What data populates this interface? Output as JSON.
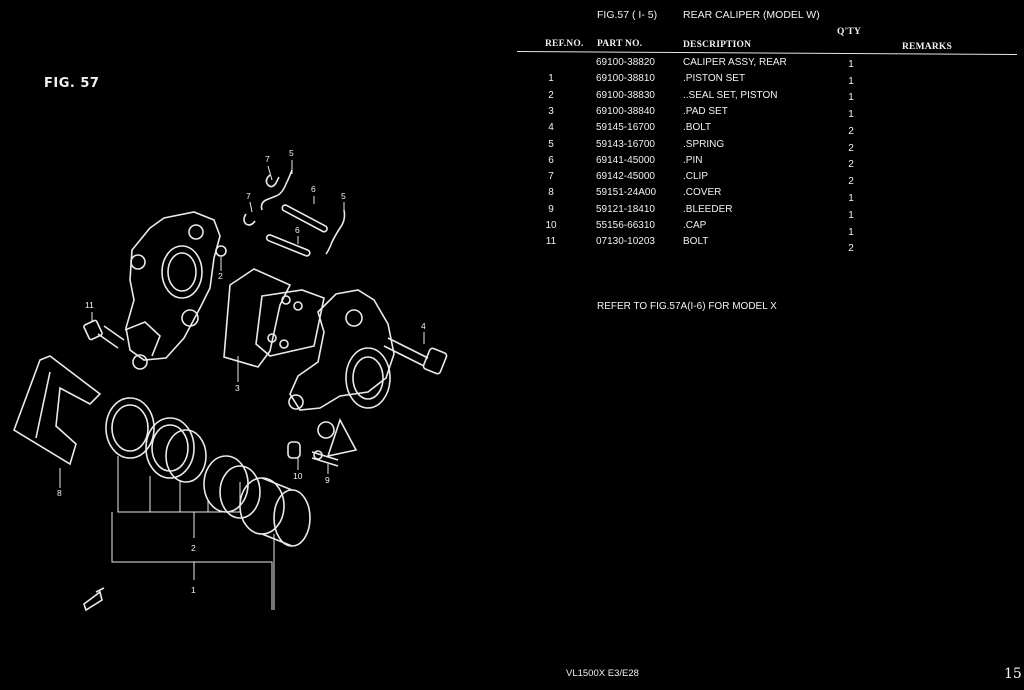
{
  "figure": {
    "label": "FIG. 57",
    "header_code": "FIG.57 ( I- 5)",
    "header_title": "REAR CALIPER (MODEL W)"
  },
  "diagram": {
    "callouts": [
      "7",
      "5",
      "6",
      "5",
      "7",
      "6",
      "2",
      "11",
      "3",
      "4",
      "8",
      "10",
      "9",
      "2",
      "1"
    ]
  },
  "table": {
    "headers": {
      "ref_no": "REF.NO.",
      "part_no": "PART NO.",
      "description": "DESCRIPTION",
      "qty": "Q'TY",
      "remarks": "REMARKS"
    },
    "rows": [
      {
        "ref": "",
        "part": "69100-38820",
        "desc": "CALIPER ASSY, REAR",
        "qty": "1"
      },
      {
        "ref": "1",
        "part": "69100-38810",
        "desc": ".PISTON SET",
        "qty": "1"
      },
      {
        "ref": "2",
        "part": "69100-38830",
        "desc": "..SEAL SET, PISTON",
        "qty": "1"
      },
      {
        "ref": "3",
        "part": "69100-38840",
        "desc": ".PAD SET",
        "qty": "1"
      },
      {
        "ref": "4",
        "part": "59145-16700",
        "desc": ".BOLT",
        "qty": "2"
      },
      {
        "ref": "5",
        "part": "59143-16700",
        "desc": ".SPRING",
        "qty": "2"
      },
      {
        "ref": "6",
        "part": "69141-45000",
        "desc": ".PIN",
        "qty": "2"
      },
      {
        "ref": "7",
        "part": "69142-45000",
        "desc": ".CLIP",
        "qty": "2"
      },
      {
        "ref": "8",
        "part": "59151-24A00",
        "desc": ".COVER",
        "qty": "1"
      },
      {
        "ref": "9",
        "part": "59121-18410",
        "desc": ".BLEEDER",
        "qty": "1"
      },
      {
        "ref": "10",
        "part": "55156-66310",
        "desc": ".CAP",
        "qty": "1"
      },
      {
        "ref": "11",
        "part": "07130-10203",
        "desc": "BOLT",
        "qty": "2"
      }
    ]
  },
  "note": "REFER TO FIG.57A(I-6) FOR MODEL X",
  "footer": {
    "model": "VL1500X  E3/E28",
    "page": "15"
  },
  "colors": {
    "background": "#000000",
    "ink": "#f2f2f2"
  }
}
